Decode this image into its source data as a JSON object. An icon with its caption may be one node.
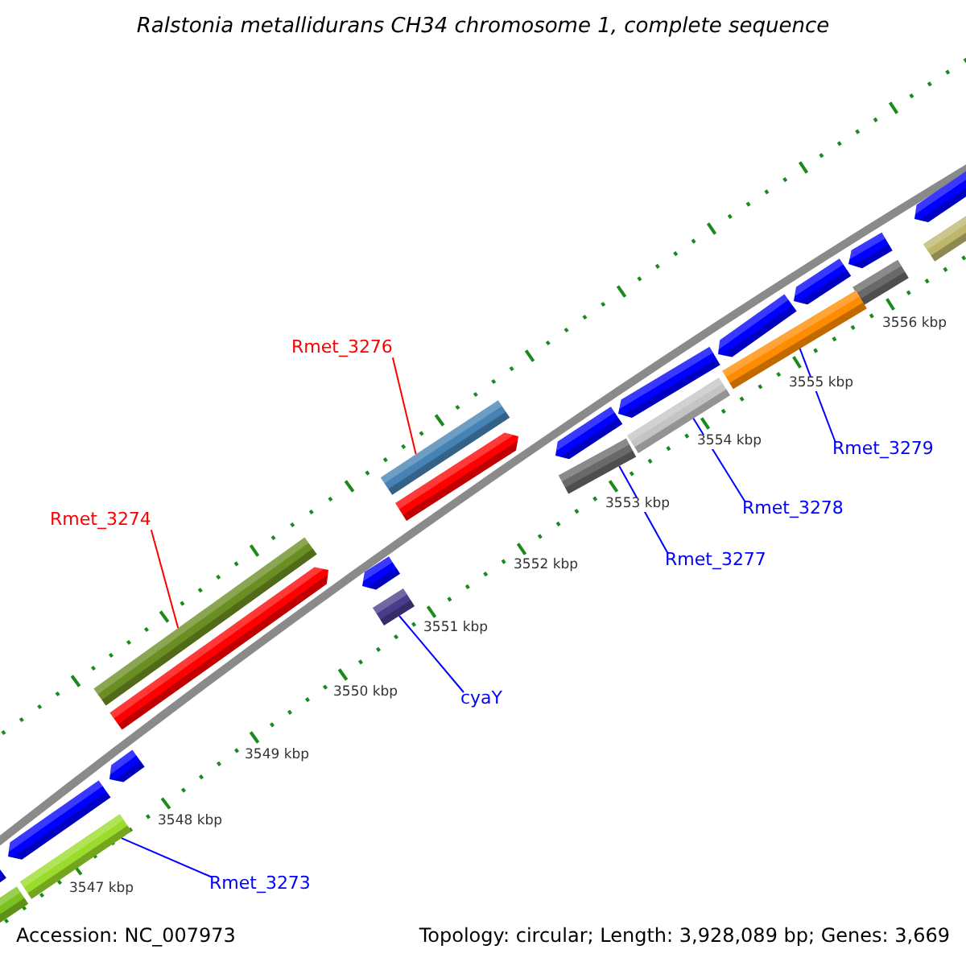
{
  "diagram": {
    "title": "Ralstonia metallidurans CH34 chromosome 1, complete sequence",
    "nodes": [
      {
        "text": [
          "Rmet_3276"
        ]
      },
      {
        "text": [],
        "shape": "bar"
      },
      {
        "text": [
          "Rmet_3274"
        ]
      },
      {
        "text": [],
        "shape": "bar"
      },
      {
        "text": [
          "Rmet_3279"
        ]
      },
      {
        "text": [],
        "shape": "bar"
      },
      {
        "text": [
          "Rmet_3278"
        ]
      },
      {
        "text": [],
        "shape": "bar"
      },
      {
        "text": [
          "Rmet_3277"
        ]
      },
      {
        "text": [],
        "shape": "bar"
      },
      {
        "text": [
          "cyaY"
        ]
      },
      {
        "text": [],
        "shape": "bar"
      },
      {
        "text": [
          "Rmet_3273"
        ]
      },
      {
        "text": [],
        "shape": "bar"
      }
    ],
    "edges": [
      {
        "from": 0,
        "to": 1,
        "arrow": "none",
        "color": "#ff0000"
      },
      {
        "from": 2,
        "to": 3,
        "arrow": "none",
        "color": "#ff0000"
      },
      {
        "from": 4,
        "to": 5,
        "arrow": "none"
      },
      {
        "from": 6,
        "to": 7,
        "arrow": "none"
      },
      {
        "from": 8,
        "to": 9,
        "arrow": "none"
      },
      {
        "from": 10,
        "to": 11,
        "arrow": "none"
      },
      {
        "from": 12,
        "to": 13,
        "arrow": "none"
      }
    ],
    "labels": [
      "3556 kbp",
      "3555 kbp",
      "3554 kbp",
      "3553 kbp",
      "3552 kbp",
      "3551 kbp",
      "3550 kbp",
      "3549 kbp",
      "3548 kbp",
      "3547 kbp",
      "Accession: NC_007973",
      "Topology: circular; Length: 3,928,089 bp; Genes: 3,669"
    ]
  }
}
